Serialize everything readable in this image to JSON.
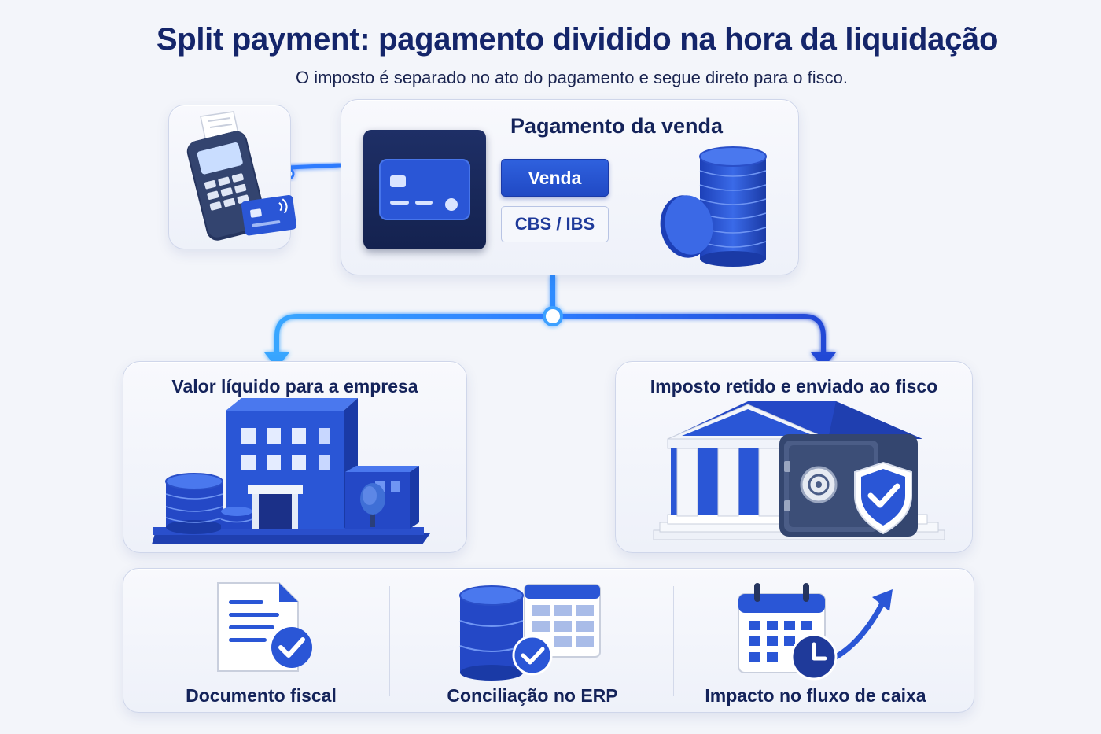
{
  "header": {
    "title": "Split payment: pagamento dividido na hora da liquidação",
    "subtitle": "O imposto é separado no ato do pagamento e segue direto para o fisco."
  },
  "payment": {
    "title": "Pagamento da venda",
    "sale_label": "Venda",
    "tax_label": "CBS / IBS"
  },
  "branches": {
    "net": {
      "title": "Valor líquido para a empresa",
      "icon": "office-building-icon"
    },
    "tax": {
      "title": "Imposto retido e enviado ao fisco",
      "icon": "government-bank-icon"
    }
  },
  "features": [
    {
      "label": "Documento fiscal",
      "icon": "fiscal-document-check-icon"
    },
    {
      "label": "Conciliação no ERP",
      "icon": "database-table-check-icon"
    },
    {
      "label": "Impacto no fluxo de caixa",
      "icon": "calendar-clock-trend-icon"
    }
  ],
  "colors": {
    "primary": "#2a56d6",
    "navy": "#14235a",
    "flow_line": "#2d8cff",
    "background": "#f3f5fa"
  }
}
